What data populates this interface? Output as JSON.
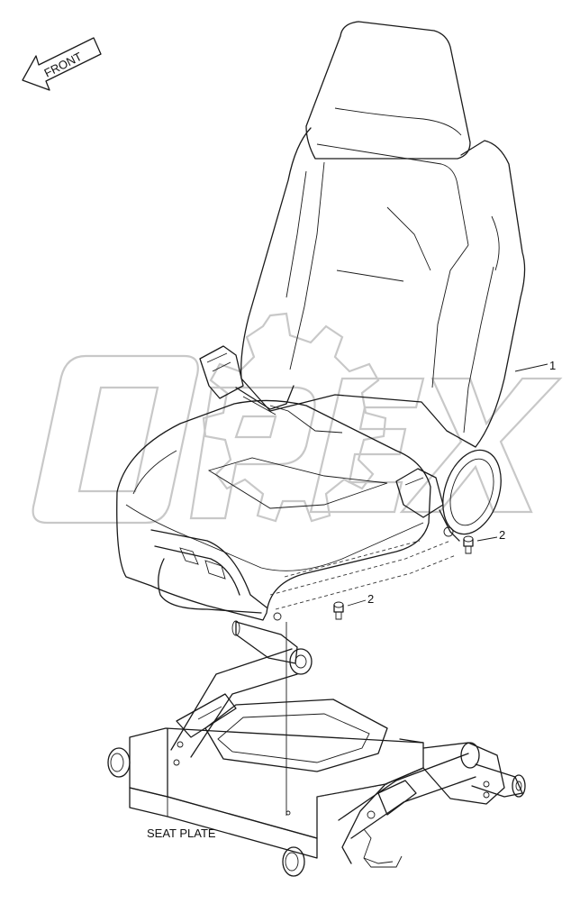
{
  "front_arrow": {
    "label": "FRONT",
    "icon": "front-arrow-icon"
  },
  "callouts": [
    {
      "id": "seat-assembly",
      "number": "1"
    },
    {
      "id": "bolt-rear",
      "number": "2"
    },
    {
      "id": "bolt-front",
      "number": "2"
    }
  ],
  "seat_plate_label": "SEAT PLATE",
  "watermark": {
    "text": "OPEX"
  }
}
